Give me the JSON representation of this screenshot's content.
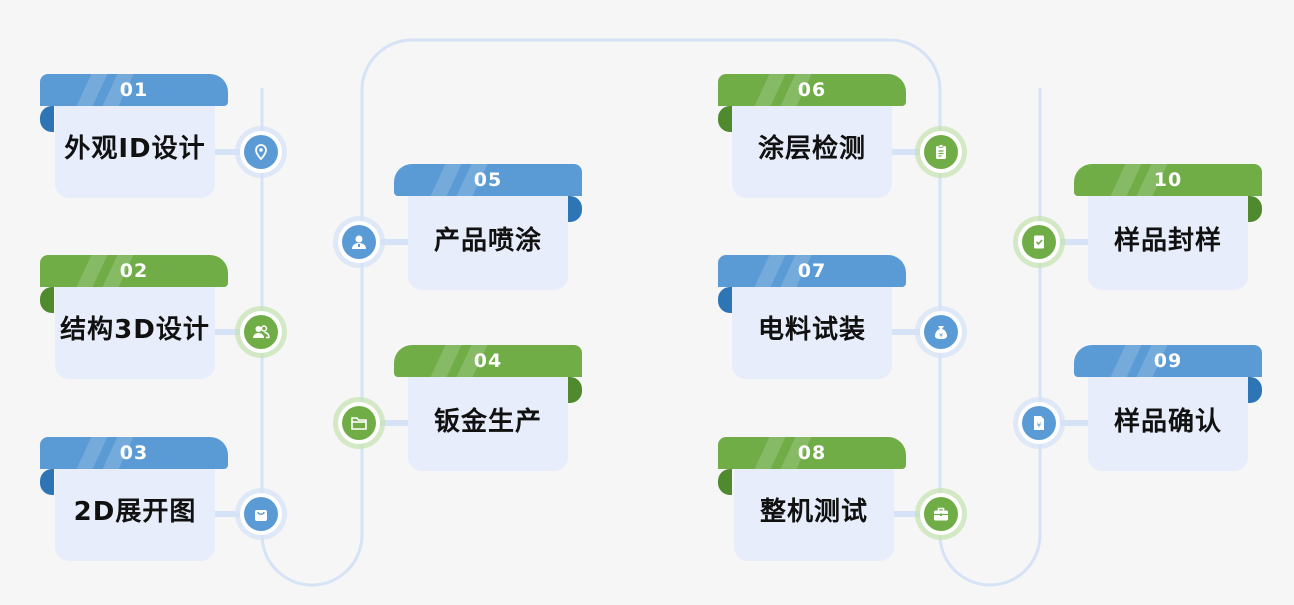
{
  "colors": {
    "blue": "#5b9bd5",
    "green": "#70ad47",
    "card": "#e7edfa",
    "line": "#d6e3f6"
  },
  "steps": [
    {
      "num": "01",
      "title": "外观ID设计",
      "color": "blue",
      "icon": "location-pin-icon"
    },
    {
      "num": "02",
      "title": "结构3D设计",
      "color": "green",
      "icon": "users-icon"
    },
    {
      "num": "03",
      "title": "2D展开图",
      "color": "blue",
      "icon": "shopping-bag-icon"
    },
    {
      "num": "04",
      "title": "钣金生产",
      "color": "green",
      "icon": "folder-icon"
    },
    {
      "num": "05",
      "title": "产品喷涂",
      "color": "blue",
      "icon": "person-icon"
    },
    {
      "num": "06",
      "title": "涂层检测",
      "color": "green",
      "icon": "clipboard-icon"
    },
    {
      "num": "07",
      "title": "电料试装",
      "color": "blue",
      "icon": "money-bag-icon"
    },
    {
      "num": "08",
      "title": "整机测试",
      "color": "green",
      "icon": "briefcase-icon"
    },
    {
      "num": "09",
      "title": "样品确认",
      "color": "blue",
      "icon": "document-yen-icon"
    },
    {
      "num": "10",
      "title": "样品封样",
      "color": "green",
      "icon": "checklist-icon"
    }
  ]
}
